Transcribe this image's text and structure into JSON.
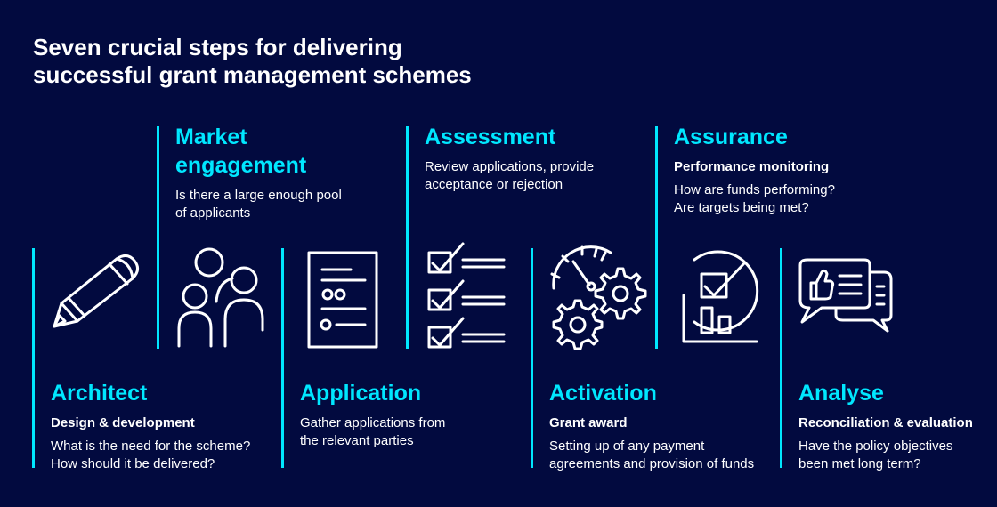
{
  "title": [
    "Seven crucial steps for delivering",
    "successful grant management schemes"
  ],
  "steps": [
    {
      "name": [
        "Architect"
      ],
      "subtitle": "Design & development",
      "desc": [
        "What is the need for the scheme?",
        "How should it be delivered?"
      ],
      "icon": "pencil-icon"
    },
    {
      "name": [
        "Market",
        "engagement"
      ],
      "subtitle": "",
      "desc": [
        "Is there a large enough pool",
        "of applicants"
      ],
      "icon": "people-icon"
    },
    {
      "name": [
        "Application"
      ],
      "subtitle": "",
      "desc": [
        "Gather applications from",
        "the relevant parties"
      ],
      "icon": "document-icon"
    },
    {
      "name": [
        "Assessment"
      ],
      "subtitle": "",
      "desc": [
        "Review applications, provide",
        "acceptance or rejection"
      ],
      "icon": "checklist-icon"
    },
    {
      "name": [
        "Activation"
      ],
      "subtitle": "Grant award",
      "desc": [
        "Setting up of any payment",
        "agreements and provision of funds"
      ],
      "icon": "gauge-gears-icon"
    },
    {
      "name": [
        "Assurance"
      ],
      "subtitle": "Performance monitoring",
      "desc": [
        "How are funds performing?",
        "Are targets being met?"
      ],
      "icon": "chart-check-icon"
    },
    {
      "name": [
        "Analyse"
      ],
      "subtitle": "Reconciliation & evaluation",
      "desc": [
        "Have the policy objectives",
        "been met long term?"
      ],
      "icon": "feedback-chat-icon"
    }
  ],
  "colors": {
    "background": "#020a3f",
    "accent": "#00e7ff",
    "text": "#ffffff"
  }
}
